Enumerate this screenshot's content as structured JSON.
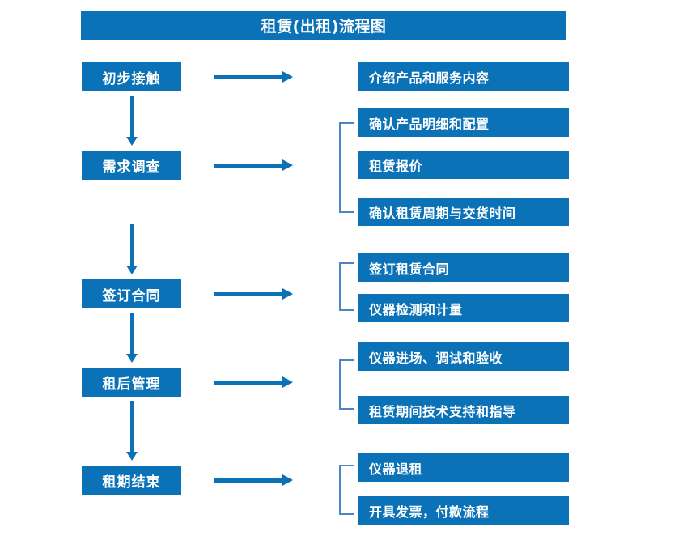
{
  "title": "租赁(出租)流程图",
  "theme": {
    "primary_blue": "#0B72B8",
    "bracket_blue": "#4A87C4",
    "text_on_blue": "#FFFFFF",
    "background": "#FFFFFF"
  },
  "stages": [
    {
      "label": "初步接触"
    },
    {
      "label": "需求调查"
    },
    {
      "label": "签订合同"
    },
    {
      "label": "租后管理"
    },
    {
      "label": "租期结束"
    }
  ],
  "details": [
    {
      "label": "介绍产品和服务内容"
    },
    {
      "label": "确认产品明细和配置"
    },
    {
      "label": "租赁报价"
    },
    {
      "label": "确认租赁周期与交货时间"
    },
    {
      "label": "签订租赁合同"
    },
    {
      "label": "仪器检测和计量"
    },
    {
      "label": "仪器进场、调试和验收"
    },
    {
      "label": "租赁期间技术支持和指导"
    },
    {
      "label": "仪器退租"
    },
    {
      "label": "开具发票，付款流程"
    }
  ],
  "connectors": {
    "horizontal_arrow_count": 5,
    "vertical_arrow_count": 4,
    "bracket_count": 4
  }
}
